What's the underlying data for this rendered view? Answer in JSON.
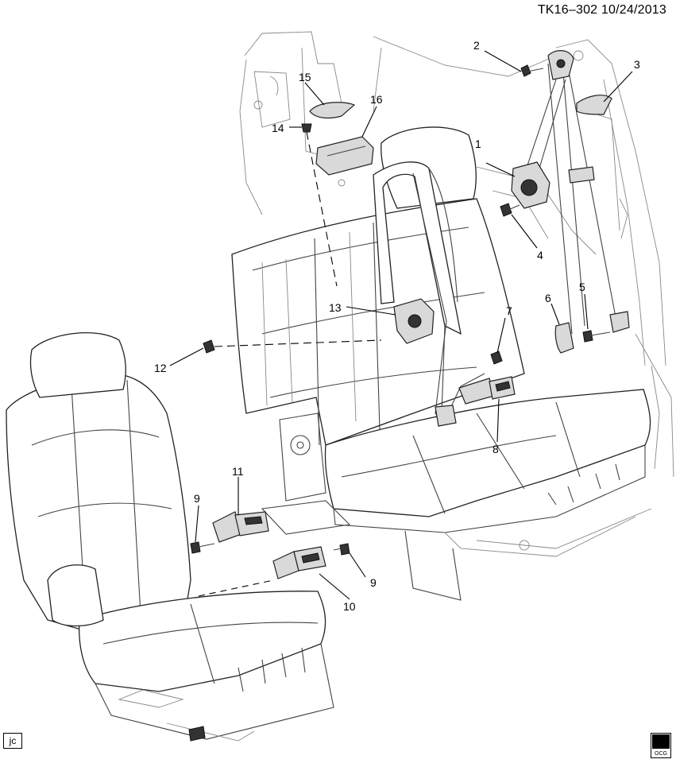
{
  "document": {
    "id": "TK16–302",
    "date": "10/24/2013"
  },
  "footer": {
    "artist_initials": "jc",
    "brand_logo_top": "GM",
    "brand_logo_bottom": "OCG"
  },
  "callouts": [
    {
      "label": "1"
    },
    {
      "label": "2"
    },
    {
      "label": "3"
    },
    {
      "label": "4"
    },
    {
      "label": "5"
    },
    {
      "label": "6"
    },
    {
      "label": "7"
    },
    {
      "label": "8"
    },
    {
      "label": "9"
    },
    {
      "label": "9"
    },
    {
      "label": "10"
    },
    {
      "label": "11"
    },
    {
      "label": "12"
    },
    {
      "label": "13"
    },
    {
      "label": "14"
    },
    {
      "label": "15"
    },
    {
      "label": "16"
    }
  ]
}
